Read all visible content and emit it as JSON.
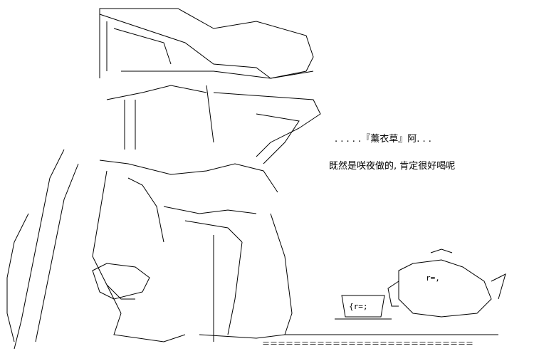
{
  "dialogue": {
    "line1": ". . . . .『薰衣草』阿. . .",
    "line2": "既然是咲夜做的, 肯定很好喝呢"
  },
  "art": {
    "ground_line": "＝＝＝＝＝＝＝＝＝＝＝＝＝＝＝＝＝＝＝＝＝＝＝＝＝＝＝",
    "teapot_label": "r=,",
    "cup_label": "{r=;"
  },
  "colors": {
    "ink": "#000000",
    "background": "#ffffff"
  }
}
